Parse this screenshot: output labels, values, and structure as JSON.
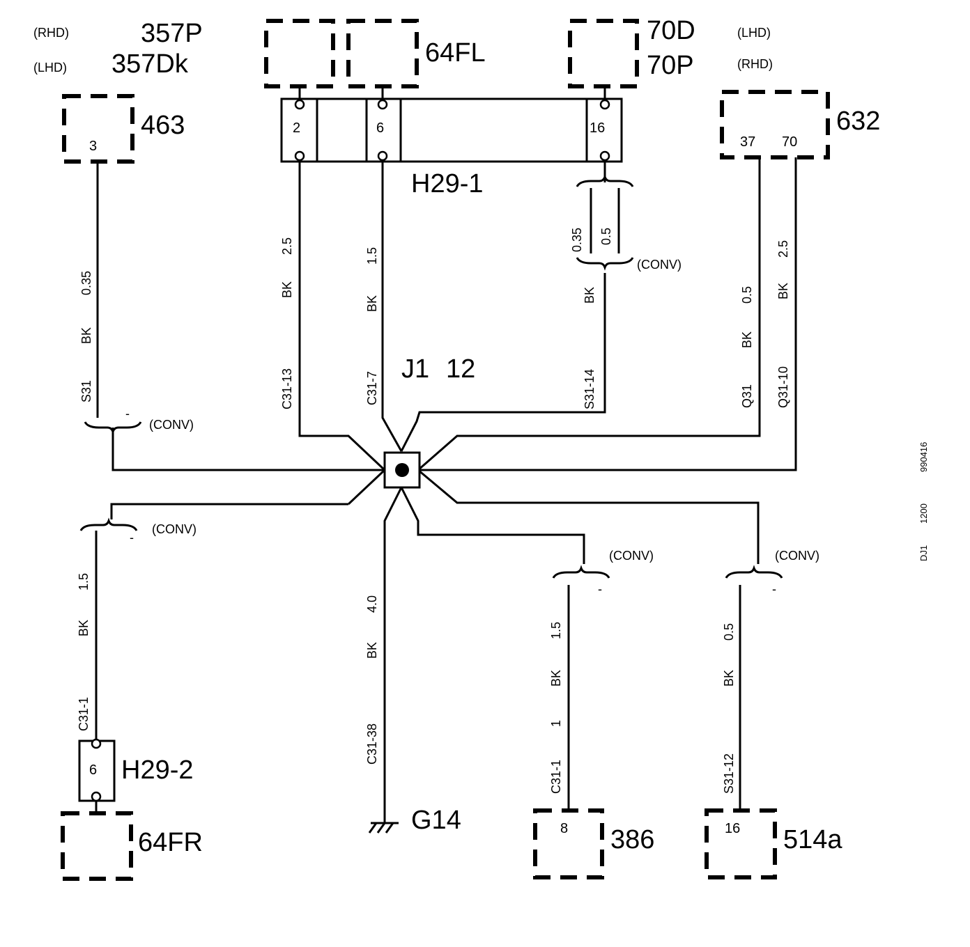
{
  "colors": {
    "line": "#000000",
    "background": "#ffffff"
  },
  "components": {
    "c357p": "357P",
    "c357dk": "357Dk",
    "c357p_side": "(RHD)",
    "c357dk_side": "(LHD)",
    "c463": "463",
    "c463_pin": "3",
    "c64fl": "64FL",
    "c70d": "70D",
    "c70p": "70P",
    "c70d_side": "(LHD)",
    "c70p_side": "(RHD)",
    "c632": "632",
    "c632_pin_a": "37",
    "c632_pin_b": "70",
    "c64fr": "64FR",
    "c386": "386",
    "c386_pin": "8",
    "c514a": "514a",
    "c514a_pin": "16"
  },
  "connectors": {
    "h29_1": {
      "label": "H29-1",
      "pin_a": "2",
      "pin_b": "6",
      "pin_c": "16"
    },
    "h29_2": {
      "label": "H29-2",
      "pin": "6"
    }
  },
  "splice": {
    "label_a": "J1",
    "label_b": "12"
  },
  "ground": {
    "label": "G14"
  },
  "conv": "(CONV)",
  "minus": "-",
  "wires": {
    "w463": {
      "circuit": "S31",
      "color": "BK",
      "size": "0.35"
    },
    "wpin2": {
      "circuit": "C31-13",
      "color": "BK",
      "size": "2.5"
    },
    "wpin6": {
      "circuit": "C31-7",
      "color": "BK",
      "size": "1.5"
    },
    "wpin16": {
      "circuit": "S31-14",
      "color": "BK",
      "size_a": "0.35",
      "size_b": "0.5"
    },
    "w37": {
      "circuit": "Q31",
      "color": "BK",
      "size": "0.5"
    },
    "w70": {
      "circuit": "Q31-10",
      "color": "BK",
      "size": "2.5"
    },
    "w64fr": {
      "circuit": "C31-1",
      "color": "BK",
      "size": "1.5"
    },
    "wg14": {
      "circuit": "C31-38",
      "color": "BK",
      "size": "4.0"
    },
    "w386": {
      "circuit": "C31-1",
      "color": "BK",
      "size": "1.5",
      "extra": "1"
    },
    "w514a": {
      "circuit": "S31-12",
      "color": "BK",
      "size": "0.5"
    }
  },
  "side_codes": {
    "code_a": "990416",
    "code_b": "1200",
    "code_c": "DJ1"
  }
}
